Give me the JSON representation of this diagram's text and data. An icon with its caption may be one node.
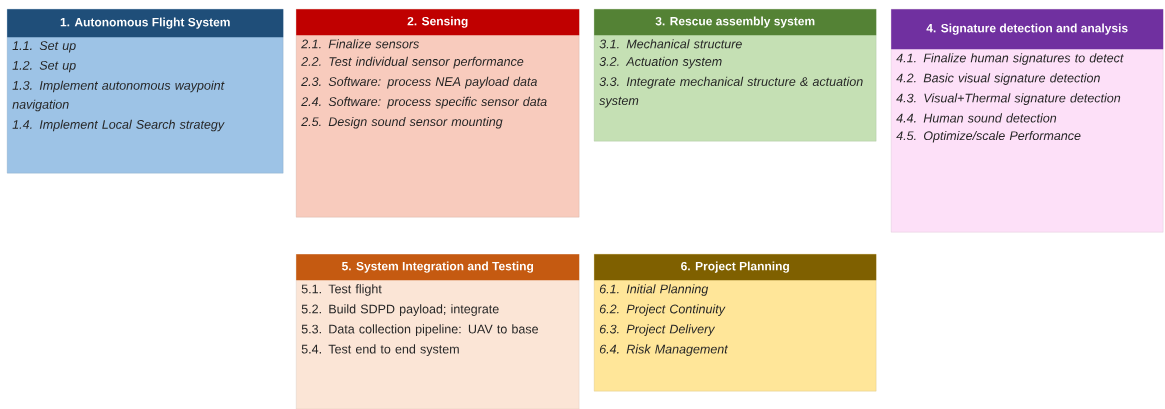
{
  "diagram": {
    "nodes": [
      {
        "text": [
          "1. Autonomous Flight System",
          "1.1. Set up",
          "1.2. Set up",
          "1.3. Implement autonomous waypoint navigation",
          "1.4. Implement Local Search strategy"
        ]
      },
      {
        "text": [
          "2. Sensing",
          "2.1. Finalize sensors",
          "2.2. Test individual sensor performance",
          "2.3. Software: process NEA payload data",
          "2.4. Software: process specific sensor data",
          "2.5. Design sound sensor mounting"
        ]
      },
      {
        "text": [
          "3. Rescue assembly system",
          "3.1. Mechanical structure",
          "3.2. Actuation system",
          "3.3. Integrate mechanical structure & actuation system"
        ]
      },
      {
        "text": [
          "4. Signature detection and analysis",
          "4.1. Finalize human signatures to detect",
          "4.2. Basic visual signature detection",
          "4.3. Visual+Thermal signature detection",
          "4.4. Human sound detection",
          "4.5. Optimize/scale Performance"
        ]
      },
      {
        "text": [
          "5. System Integration and Testing",
          "5.1. Test flight",
          "5.2. Build SDPD payload; integrate",
          "5.3. Data collection pipeline: UAV to base",
          "5.4. Test end to end system"
        ]
      },
      {
        "text": [
          "6. Project Planning",
          "6.1. Initial Planning",
          "6.2. Project Continuity",
          "6.3. Project Delivery",
          "6.4. Risk Management"
        ]
      }
    ]
  }
}
